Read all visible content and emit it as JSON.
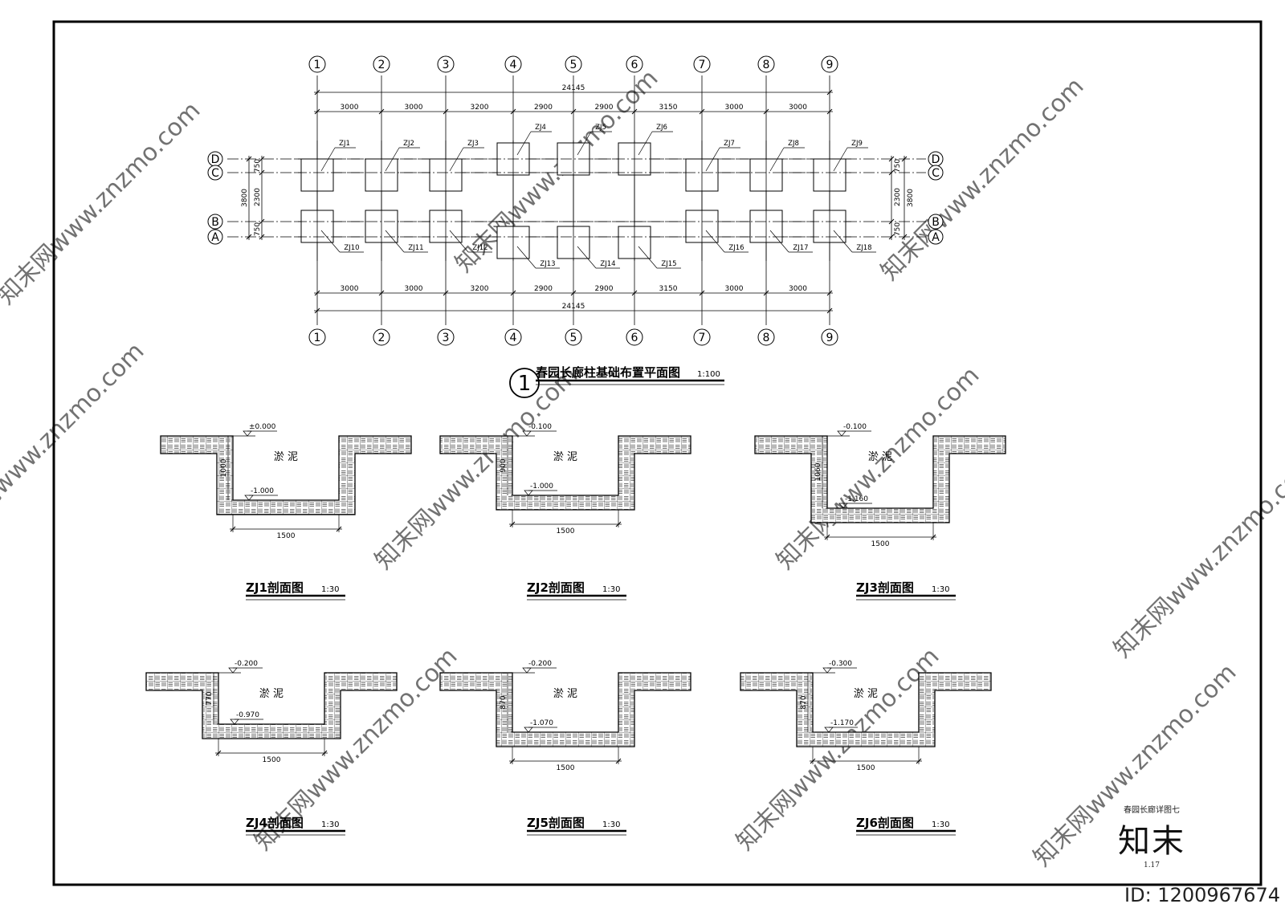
{
  "plan": {
    "title": "春园长廊柱基础布置平面图",
    "scale": "1:100",
    "index_num": "1",
    "axes_x": [
      "1",
      "2",
      "3",
      "4",
      "5",
      "6",
      "7",
      "8",
      "9"
    ],
    "axes_y": [
      "D",
      "C",
      "B",
      "A"
    ],
    "total_dim": "24145",
    "spans": [
      "3000",
      "3000",
      "3200",
      "2900",
      "2900",
      "3150",
      "3000",
      "3000"
    ],
    "dims_left": [
      "750",
      "3800",
      "2300",
      "750"
    ],
    "dims_right": [
      "750",
      "2300",
      "3800",
      "750"
    ],
    "foundations_top": [
      "ZJ1",
      "ZJ2",
      "ZJ3",
      "ZJ4",
      "ZJ5",
      "ZJ6",
      "ZJ7",
      "ZJ8",
      "ZJ9"
    ],
    "foundations_bottom": [
      "ZJ10",
      "ZJ11",
      "ZJ12",
      "ZJ13",
      "ZJ14",
      "ZJ15",
      "ZJ16",
      "ZJ17",
      "ZJ18"
    ]
  },
  "sections": [
    {
      "title": "ZJ1剖面图",
      "scale": "1:30",
      "top_elev": "±0.000",
      "bottom_elev": "-1.000",
      "depth": "1000",
      "width": "1500",
      "fill": "淤 泥"
    },
    {
      "title": "ZJ2剖面图",
      "scale": "1:30",
      "top_elev": "-0.100",
      "bottom_elev": "-1.000",
      "depth": "900",
      "width": "1500",
      "fill": "淤 泥"
    },
    {
      "title": "ZJ3剖面图",
      "scale": "1:30",
      "top_elev": "-0.100",
      "bottom_elev": "-1.160",
      "depth": "1060",
      "width": "1500",
      "fill": "淤 泥"
    },
    {
      "title": "ZJ4剖面图",
      "scale": "1:30",
      "top_elev": "-0.200",
      "bottom_elev": "-0.970",
      "depth": "770",
      "width": "1500",
      "fill": "淤 泥"
    },
    {
      "title": "ZJ5剖面图",
      "scale": "1:30",
      "top_elev": "-0.200",
      "bottom_elev": "-1.070",
      "depth": "870",
      "width": "1500",
      "fill": "淤 泥"
    },
    {
      "title": "ZJ6剖面图",
      "scale": "1:30",
      "top_elev": "-0.300",
      "bottom_elev": "-1.170",
      "depth": "870",
      "width": "1500",
      "fill": "淤 泥"
    }
  ],
  "title_block": {
    "drawing_name": "春园长廊详图七",
    "logo": "知末",
    "sheet_no": "1.17",
    "id_text": "ID: 1200967674"
  },
  "watermark": {
    "text": "知末网www.znzmo.com",
    "color": "#cfcfcf"
  }
}
